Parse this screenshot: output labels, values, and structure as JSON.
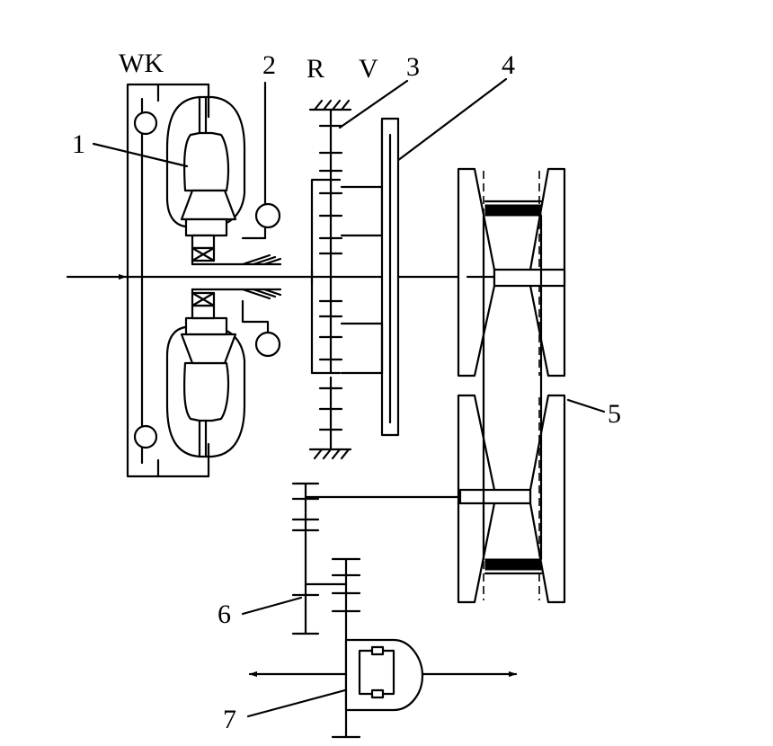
{
  "labels": {
    "wk": "WK",
    "r": "R",
    "v": "V",
    "n1": "1",
    "n2": "2",
    "n3": "3",
    "n4": "4",
    "n5": "5",
    "n6": "6",
    "n7": "7"
  }
}
